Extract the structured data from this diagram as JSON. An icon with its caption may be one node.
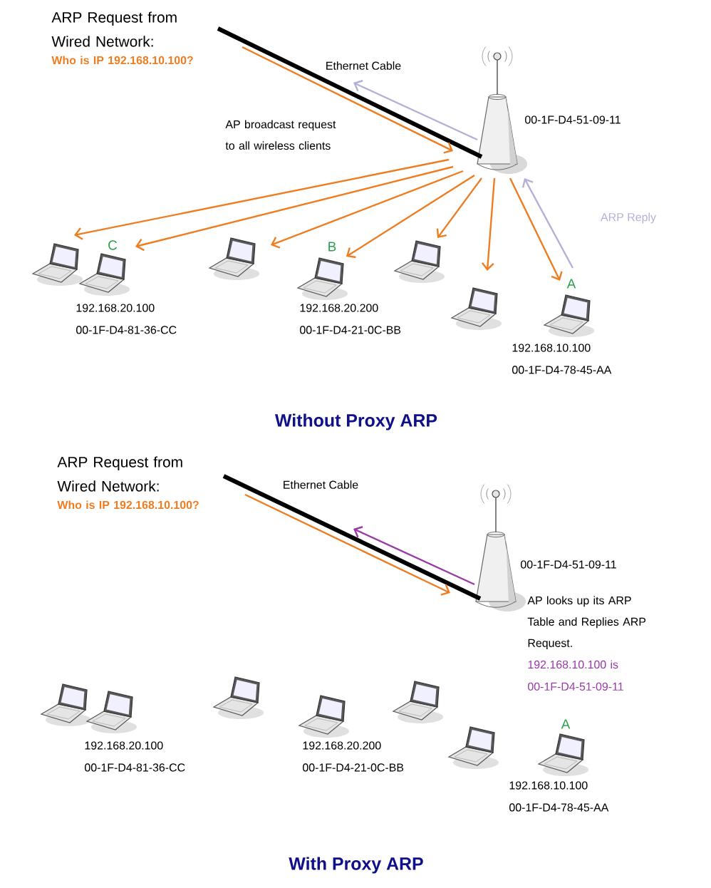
{
  "diagram": {
    "nodes": [
      {
        "text": [
          "ARP Request from Wired Network:",
          "Who is IP 192.168.10.100?"
        ]
      },
      {
        "text": [],
        "shape": "antenna",
        "beside": [
          "00-1F-D4-51-09-11"
        ]
      },
      {
        "text": [],
        "shape": "laptop"
      },
      {
        "text": [],
        "shape": "laptop",
        "beside": [
          "C",
          "192.168.20.100 00-1F-D4-81-36-CC"
        ]
      },
      {
        "text": [],
        "shape": "laptop"
      },
      {
        "text": [],
        "shape": "laptop",
        "beside": [
          "B",
          "192.168.20.200 00-1F-D4-21-0C-BB"
        ]
      },
      {
        "text": [],
        "shape": "laptop"
      },
      {
        "text": [],
        "shape": "laptop"
      },
      {
        "text": [],
        "shape": "laptop",
        "beside": [
          "A",
          "192.168.10.100 00-1F-D4-78-45-AA"
        ]
      },
      {
        "text": [
          "ARP Request from Wired Network:",
          "Who is IP 192.168.10.100?"
        ]
      },
      {
        "text": [],
        "shape": "antenna",
        "beside": [
          "00-1F-D4-51-09-11",
          "AP looks up its ARP Table and Replies ARP Request.",
          "192.168.10.100 is 00-1F-D4-51-09-11"
        ]
      },
      {
        "text": [],
        "shape": "laptop"
      },
      {
        "text": [],
        "shape": "laptop",
        "beside": [
          "192.168.20.100 00-1F-D4-81-36-CC"
        ]
      },
      {
        "text": [],
        "shape": "laptop"
      },
      {
        "text": [],
        "shape": "laptop",
        "beside": [
          "192.168.20.200 00-1F-D4-21-0C-BB"
        ]
      },
      {
        "text": [],
        "shape": "laptop"
      },
      {
        "text": [],
        "shape": "laptop"
      },
      {
        "text": [],
        "shape": "laptop",
        "beside": [
          "A",
          "192.168.10.100 00-1F-D4-78-45-AA"
        ]
      }
    ],
    "edges": [
      {
        "from": 0,
        "to": 1,
        "arrow": "none",
        "label": "Ethernet Cable",
        "style": "thick",
        "color": "#000000"
      },
      {
        "from": 0,
        "to": 1,
        "arrow": "to"
      },
      {
        "from": 1,
        "to": null,
        "arrow": "to",
        "color": "#b3b0d8"
      },
      {
        "from": 1,
        "to": 2,
        "arrow": "to"
      },
      {
        "from": 1,
        "to": 3,
        "arrow": "to"
      },
      {
        "from": 1,
        "to": 4,
        "arrow": "to"
      },
      {
        "from": 1,
        "to": 5,
        "arrow": "to"
      },
      {
        "from": 1,
        "to": 6,
        "arrow": "to"
      },
      {
        "from": 1,
        "to": 7,
        "arrow": "to"
      },
      {
        "from": 1,
        "to": 8,
        "arrow": "to"
      },
      {
        "from": 8,
        "to": 1,
        "arrow": "to",
        "label": "ARP Reply",
        "color": "#b3b0d8"
      },
      {
        "from": 9,
        "to": 10,
        "arrow": "none",
        "label": "Ethernet Cable",
        "style": "thick",
        "color": "#000000"
      },
      {
        "from": 9,
        "to": 10,
        "arrow": "to"
      },
      {
        "from": 10,
        "to": null,
        "arrow": "to",
        "color": "#9a3ba8"
      }
    ],
    "labels": [
      "AP broadcast request to all wireless clients",
      "Without Proxy ARP",
      "With Proxy ARP"
    ]
  }
}
